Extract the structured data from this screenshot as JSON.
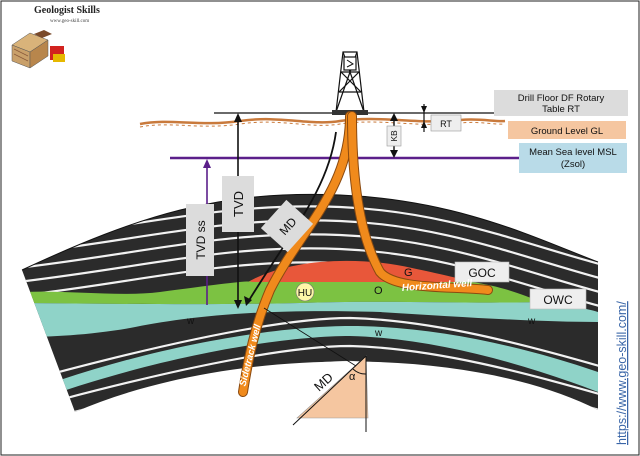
{
  "logo": {
    "brand": "Geologist Skills",
    "site": "www.geo-skill.com"
  },
  "url": "https://www.geo-skill.com/",
  "callouts": {
    "drill_floor": [
      "Drill Floor DF Rotary",
      "Table RT"
    ],
    "ground_level": "Ground Level GL",
    "msl": [
      "Mean Sea level MSL",
      "(Zsol)"
    ],
    "goc": "GOC",
    "owc": "OWC"
  },
  "labels": {
    "rt": "RT",
    "kb": "KB",
    "tvd": "TVD",
    "tvd_ss": "TVD ss",
    "md_upper": "MD",
    "md_lower": "MD",
    "alpha": "α",
    "gas": "G",
    "oil": "O",
    "hu": "HU",
    "water_left": "w",
    "water_right": "w",
    "water_center": "w",
    "horizontal_well": "Horizontal well",
    "sidetrack_well": "Sidetrack well"
  },
  "colors": {
    "well": "#f08a1c",
    "gas": "#e8573a",
    "oil": "#7cc242",
    "water": "#8fd3c8",
    "shale": "#2b2b2b",
    "msl_line": "#5b1f8a",
    "ground": "#c97a3c",
    "gl_box": "#f5c6a0",
    "msl_box": "#b9dbe8",
    "df_box": "#dcdcdc",
    "url": "#3a66a8"
  }
}
